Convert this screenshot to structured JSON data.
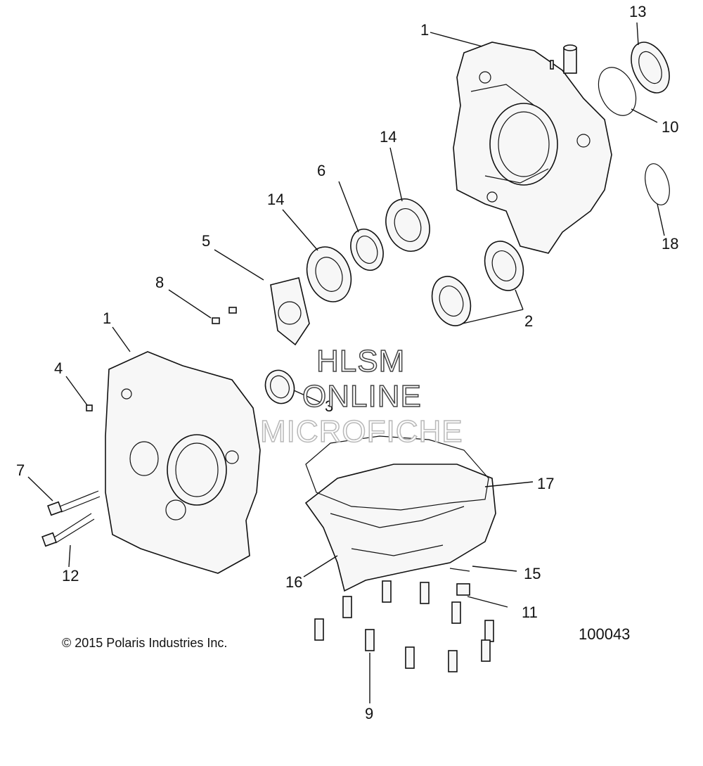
{
  "callouts": [
    {
      "id": "c1a",
      "text": "1"
    },
    {
      "id": "c13",
      "text": "13"
    },
    {
      "id": "c10",
      "text": "10"
    },
    {
      "id": "c14a",
      "text": "14"
    },
    {
      "id": "c6",
      "text": "6"
    },
    {
      "id": "c14b",
      "text": "14"
    },
    {
      "id": "c5",
      "text": "5"
    },
    {
      "id": "c18",
      "text": "18"
    },
    {
      "id": "c8",
      "text": "8"
    },
    {
      "id": "c2",
      "text": "2"
    },
    {
      "id": "c1b",
      "text": "1"
    },
    {
      "id": "c4",
      "text": "4"
    },
    {
      "id": "c3",
      "text": "3"
    },
    {
      "id": "c7",
      "text": "7"
    },
    {
      "id": "c17",
      "text": "17"
    },
    {
      "id": "c12",
      "text": "12"
    },
    {
      "id": "c16",
      "text": "16"
    },
    {
      "id": "c15",
      "text": "15"
    },
    {
      "id": "c11",
      "text": "11"
    },
    {
      "id": "c9",
      "text": "9"
    }
  ],
  "watermark": {
    "line1": "HLSM",
    "line2": "ONLINE",
    "line3": "MICROFICHE"
  },
  "copyright": "© 2015 Polaris Industries Inc.",
  "figure_number": "100043"
}
